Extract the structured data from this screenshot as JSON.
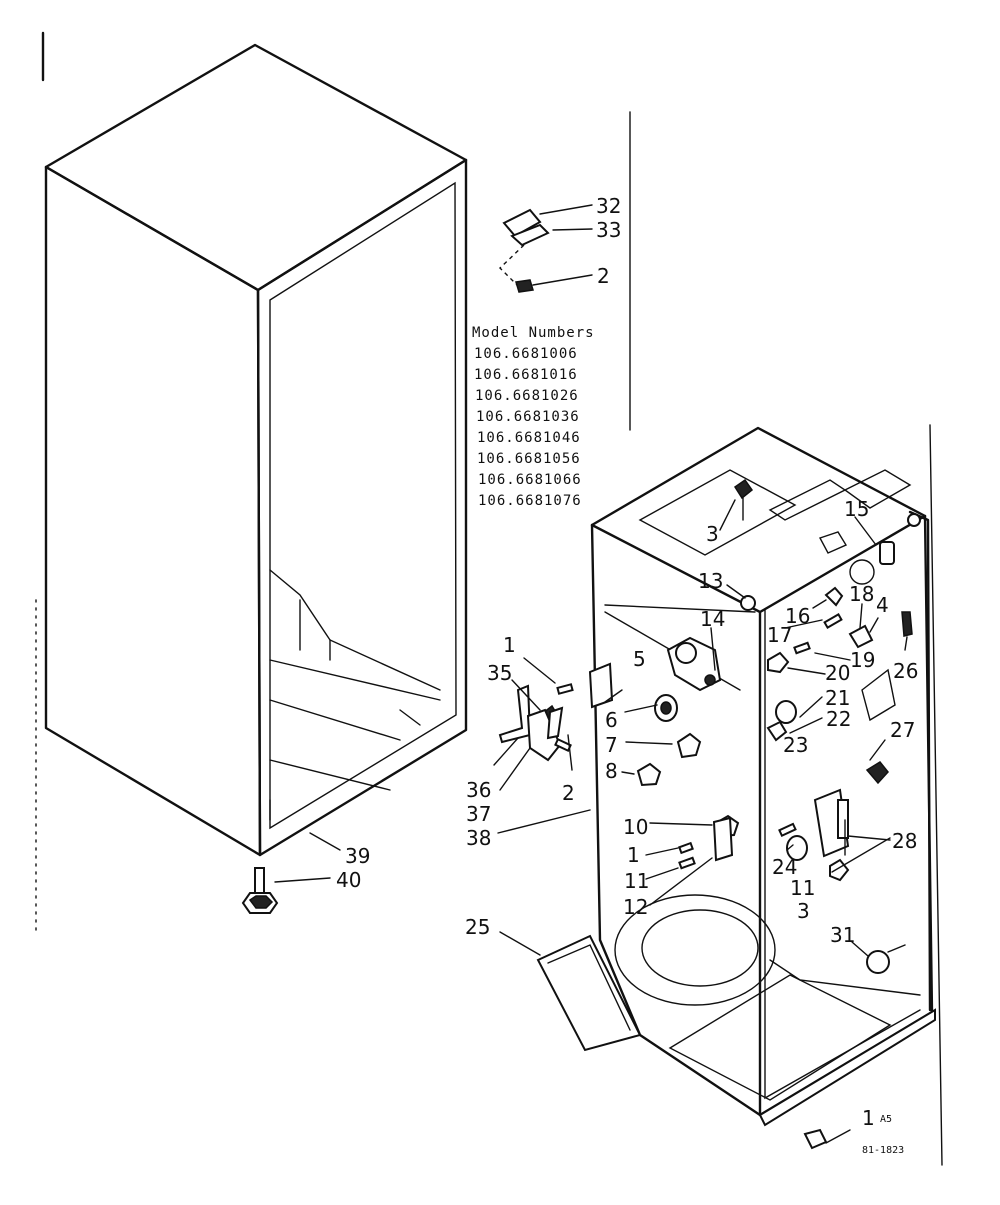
{
  "model_numbers": {
    "heading": "Model Numbers",
    "items": [
      "106.6681006",
      "106.6681016",
      "106.6681026",
      "106.6681036",
      "106.6681046",
      "106.6681056",
      "106.6681066",
      "106.6681076"
    ]
  },
  "page_code": "A5",
  "figure_code": "81-1823",
  "part_labels": {
    "p1": "1",
    "p2": "2",
    "p3": "3",
    "p4": "4",
    "p5": "5",
    "p6": "6",
    "p7": "7",
    "p8": "8",
    "p10": "10",
    "p11": "11",
    "p12": "12",
    "p13": "13",
    "p14": "14",
    "p15": "15",
    "p16": "16",
    "p17": "17",
    "p18": "18",
    "p19": "19",
    "p20": "20",
    "p21": "21",
    "p22": "22",
    "p23": "23",
    "p24": "24",
    "p25": "25",
    "p26": "26",
    "p27": "27",
    "p28": "28",
    "p31": "31",
    "p32": "32",
    "p33": "33",
    "p35": "35",
    "p36": "36",
    "p37": "37",
    "p38": "38",
    "p39": "39",
    "p40": "40"
  }
}
